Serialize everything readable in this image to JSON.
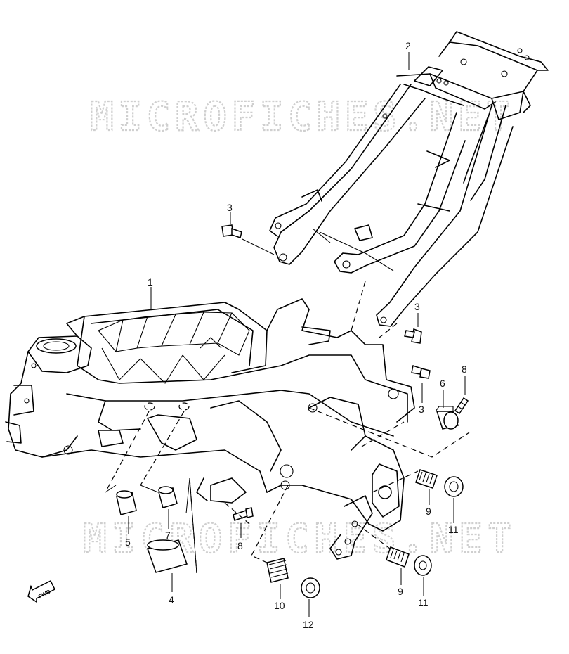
{
  "watermark": {
    "top": "MICROFICHES.NET",
    "bottom": "MICROFICHES.NET"
  },
  "fwd_label": "FWD",
  "callouts": {
    "c1": "1",
    "c2": "2",
    "c3a": "3",
    "c3b": "3",
    "c3c": "3",
    "c4": "4",
    "c5": "5",
    "c6": "6",
    "c7": "7",
    "c8a": "8",
    "c8b": "8",
    "c9a": "9",
    "c9b": "9",
    "c10": "10",
    "c11a": "11",
    "c11b": "11",
    "c12": "12"
  }
}
